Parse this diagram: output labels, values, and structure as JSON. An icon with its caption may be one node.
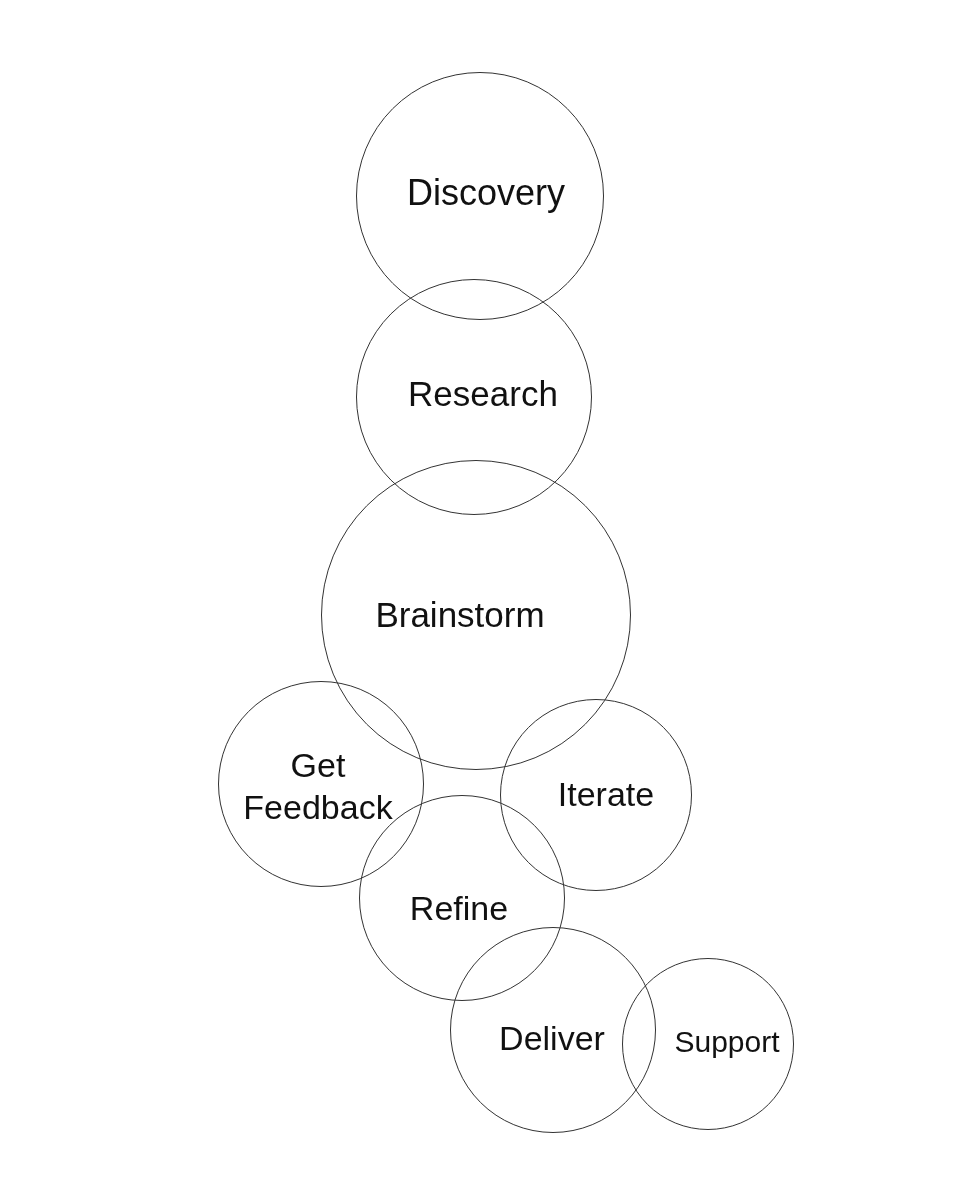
{
  "diagram": {
    "nodes": [
      {
        "text": [
          "Discovery"
        ]
      },
      {
        "text": [
          "Research"
        ]
      },
      {
        "text": [
          "Brainstorm"
        ]
      },
      {
        "text": [
          "Get Feedback"
        ]
      },
      {
        "text": [
          "Iterate"
        ]
      },
      {
        "text": [
          "Refine"
        ]
      },
      {
        "text": [
          "Deliver"
        ]
      },
      {
        "text": [
          "Support"
        ]
      }
    ]
  }
}
